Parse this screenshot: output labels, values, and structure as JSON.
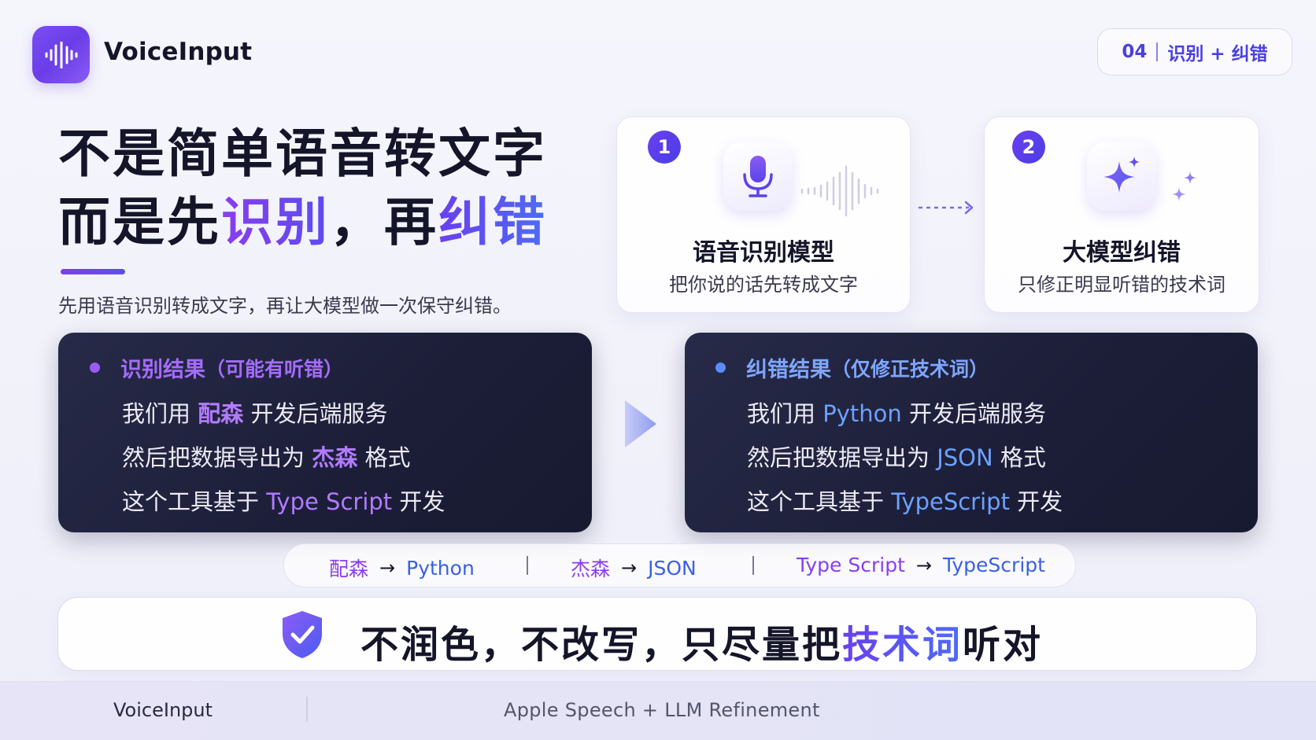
{
  "header": {
    "brand": "VoiceInput",
    "page_num": "04",
    "page_title": "识别 + 纠错"
  },
  "headline": {
    "line1": "不是简单语音转文字",
    "line2_a": "而是先",
    "line2_b": "识别",
    "line2_c": "，再",
    "line2_d": "纠错",
    "subtitle": "先用语音识别转成文字，再让大模型做一次保守纠错。"
  },
  "steps": [
    {
      "num": "1",
      "title": "语音识别模型",
      "desc": "把你说的话先转成文字",
      "icon": "microphone-icon"
    },
    {
      "num": "2",
      "title": "大模型纠错",
      "desc": "只修正明显听错的技术词",
      "icon": "sparkle-icon"
    }
  ],
  "panels": {
    "left": {
      "title": "识别结果",
      "note": "（可能有听错）",
      "lines": [
        {
          "pre": "我们用 ",
          "term": "配森",
          "post": " 开发后端服务"
        },
        {
          "pre": "然后把数据导出为 ",
          "term": "杰森",
          "post": " 格式"
        },
        {
          "pre": "这个工具基于 ",
          "term": "Type Script",
          "post": " 开发"
        }
      ]
    },
    "right": {
      "title": "纠错结果",
      "note": "（仅修正技术词）",
      "lines": [
        {
          "pre": "我们用 ",
          "term": "Python",
          "post": " 开发后端服务"
        },
        {
          "pre": "然后把数据导出为 ",
          "term": "JSON",
          "post": " 格式"
        },
        {
          "pre": "这个工具基于 ",
          "term": "TypeScript",
          "post": " 开发"
        }
      ]
    }
  },
  "mappings": [
    {
      "from": "配森",
      "to": "Python"
    },
    {
      "from": "杰森",
      "to": "JSON"
    },
    {
      "from": "Type Script",
      "to": "TypeScript"
    }
  ],
  "banner": {
    "pre": "不润色，不改写，只尽量把",
    "highlight": "技术词",
    "post": "听对"
  },
  "footer": {
    "brand": "VoiceInput",
    "tagline": "Apple Speech + LLM Refinement"
  },
  "colors": {
    "accent_purple": "#7b3fe8",
    "accent_blue": "#4d6cf5",
    "panel_bg": "#1c1e38",
    "term_wrong": "#b27bff",
    "term_right": "#6da1ff"
  }
}
